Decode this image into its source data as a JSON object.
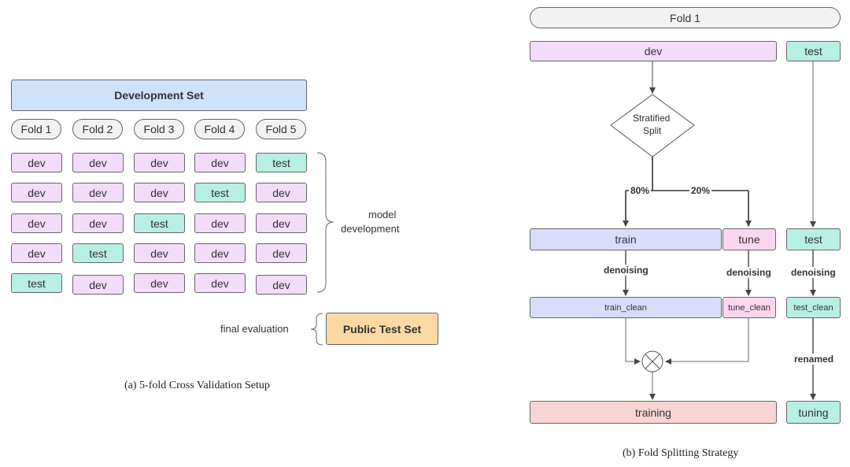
{
  "left": {
    "development_set": "Development Set",
    "folds": [
      "Fold 1",
      "Fold 2",
      "Fold 3",
      "Fold 4",
      "Fold 5"
    ],
    "grid": [
      [
        "dev",
        "dev",
        "dev",
        "dev",
        "test"
      ],
      [
        "dev",
        "dev",
        "dev",
        "test",
        "dev"
      ],
      [
        "dev",
        "dev",
        "test",
        "dev",
        "dev"
      ],
      [
        "dev",
        "test",
        "dev",
        "dev",
        "dev"
      ],
      [
        "test",
        "dev",
        "dev",
        "dev",
        "dev"
      ]
    ],
    "brace_label_1": "model",
    "brace_label_2": "development",
    "final_evaluation": "final evaluation",
    "public_test_set": "Public Test Set",
    "caption": "(a) 5-fold Cross Validation Setup"
  },
  "right": {
    "fold_title": "Fold 1",
    "dev": "dev",
    "test_top": "test",
    "diamond_line1": "Stratified",
    "diamond_line2": "Split",
    "pct_train": "80%",
    "pct_tune": "20%",
    "train": "train",
    "tune": "tune",
    "test_mid": "test",
    "denoising": "denoising",
    "train_clean": "train_clean",
    "tune_clean": "tune_clean",
    "test_clean": "test_clean",
    "renamed": "renamed",
    "training": "training",
    "tuning": "tuning",
    "caption": "(b) Fold Splitting Strategy"
  },
  "colors": {
    "dev": "#f2dcf9",
    "test": "#b8efe4",
    "train": "#d9dcfb",
    "tune": "#fbd6ee",
    "training": "#f9d4d4",
    "development_set": "#cfe2fb",
    "public_test_set": "#fcd9a4"
  }
}
